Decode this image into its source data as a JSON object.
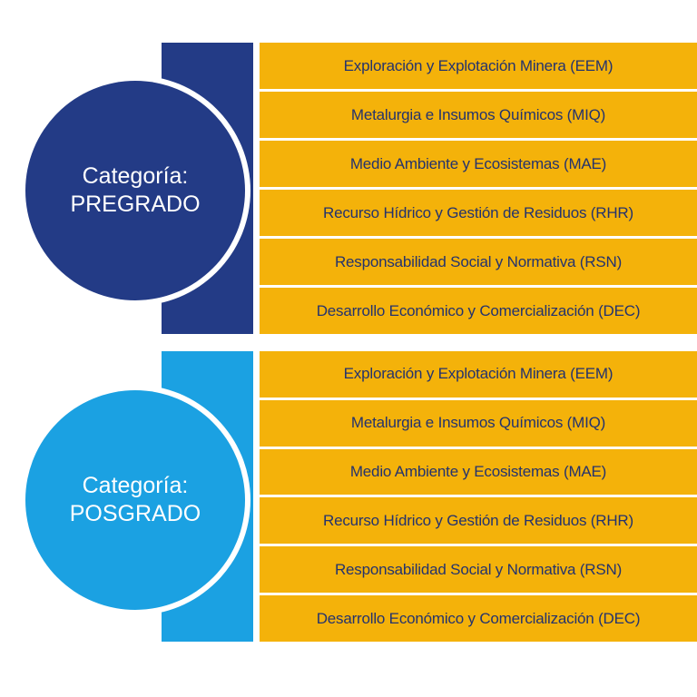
{
  "colors": {
    "pregrado": "#233b86",
    "posgrado": "#1ba1e2",
    "item_bg": "#f4b20a",
    "item_text": "#24336e"
  },
  "groups": [
    {
      "category_label": "Categoría:",
      "category_name": "PREGRADO",
      "items": [
        "Exploración y Explotación Minera (EEM)",
        "Metalurgia e Insumos  Químicos (MIQ)",
        "Medio Ambiente y Ecosistemas (MAE)",
        "Recurso Hídrico y Gestión de Residuos (RHR)",
        "Responsabilidad Social y  Normativa (RSN)",
        "Desarrollo Económico y  Comercialización (DEC)"
      ]
    },
    {
      "category_label": "Categoría:",
      "category_name": "POSGRADO",
      "items": [
        "Exploración y Explotación Minera (EEM)",
        "Metalurgia e Insumos  Químicos (MIQ)",
        "Medio Ambiente y Ecosistemas (MAE)",
        "Recurso Hídrico y Gestión de Residuos (RHR)",
        "Responsabilidad Social y  Normativa (RSN)",
        "Desarrollo Económico y  Comercialización (DEC)"
      ]
    }
  ]
}
